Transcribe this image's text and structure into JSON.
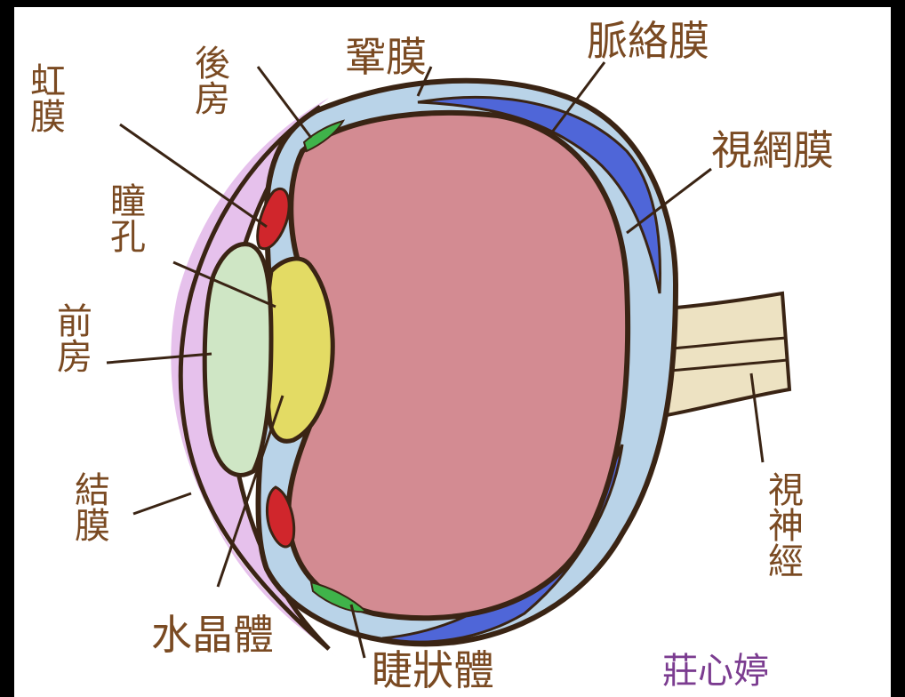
{
  "labels": {
    "iris": "虹膜",
    "posterior_chamber": "後房",
    "sclera": "鞏膜",
    "choroid": "脈絡膜",
    "retina": "視網膜",
    "pupil": "瞳孔",
    "anterior_chamber": "前房",
    "conjunctiva": "結膜",
    "lens": "水晶體",
    "ciliary_body": "睫狀體",
    "optic_nerve": "視神經"
  },
  "signature": "莊心婷",
  "colors": {
    "background": "#000000",
    "paper": "#ffffff",
    "outline": "#3a2414",
    "sclera": "#b9d3e8",
    "choroid": "#4f66d8",
    "vitreous": "#d38b92",
    "lens": "#e3db64",
    "cornea": "#cfe6c5",
    "conjunctiva": "#e6c1ec",
    "iris": "#d0262c",
    "ciliary": "#3fb34a",
    "optic_nerve": "#ede2c2",
    "label": "#7a4a22",
    "signature": "#7b3c90"
  }
}
